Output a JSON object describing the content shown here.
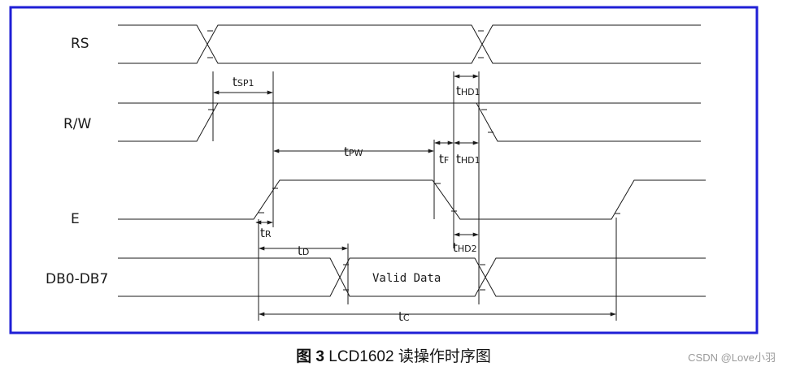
{
  "signals": {
    "rs": "RS",
    "rw": "R/W",
    "e": "E",
    "db": "DB0-DB7"
  },
  "timing": {
    "tsp1": {
      "base": "t",
      "sub": "SP1"
    },
    "thd1_top": {
      "base": "t",
      "sub": "HD1"
    },
    "tpw": {
      "base": "t",
      "sub": "PW"
    },
    "tf": {
      "base": "t",
      "sub": "F"
    },
    "thd1_mid": {
      "base": "t",
      "sub": "HD1"
    },
    "tr": {
      "base": "t",
      "sub": "R"
    },
    "thd2": {
      "base": "t",
      "sub": "HD2"
    },
    "td": {
      "base": "t",
      "sub": "D"
    },
    "tc": {
      "base": "t",
      "sub": "C"
    }
  },
  "valid_data": "Valid Data",
  "caption": {
    "prefix": "图 3",
    "rest": " LCD1602 读操作时序图"
  },
  "watermark": "CSDN @Love小羽",
  "colors": {
    "frame": "#1f1fd6",
    "trace": "#1a1a1a"
  }
}
